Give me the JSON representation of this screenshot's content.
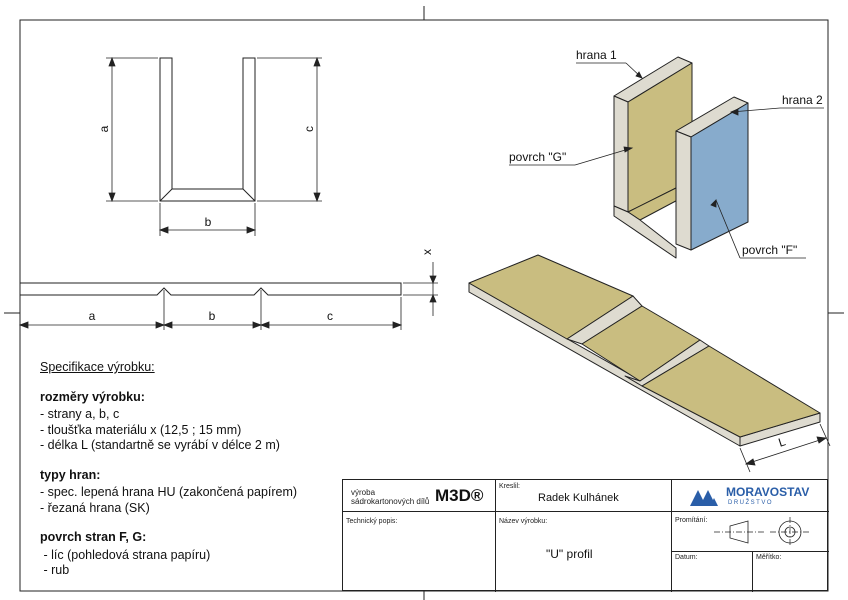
{
  "drawing": {
    "label_a": "a",
    "label_b": "b",
    "label_c": "c",
    "label_x": "x",
    "label_L": "L",
    "hrana_1": "hrana 1",
    "hrana_2": "hrana 2",
    "povrch_G": "povrch \"G\"",
    "povrch_F": "povrch \"F\"",
    "colors": {
      "tan": "#c9bd80",
      "tan_dark": "#b5a86c",
      "edge": "#dedbd0",
      "blue": "#87abcc",
      "line": "#222222"
    }
  },
  "spec": {
    "title": "Specifikace výrobku:",
    "sections": [
      {
        "heading": "rozměry výrobku:",
        "items": [
          "- strany a, b, c",
          "- tloušťka materiálu x (12,5 ; 15 mm)",
          "- délka L (standartně se vyrábí v délce 2 m)"
        ]
      },
      {
        "heading": "typy hran:",
        "items": [
          "- spec. lepená hrana HU (zakončená papírem)",
          "- řezaná hrana (SK)"
        ]
      },
      {
        "heading": "povrch stran F, G:",
        "items": [
          " - líc (pohledová strana papíru)",
          " - rub"
        ]
      }
    ]
  },
  "title_block": {
    "maker_line1": "výroba",
    "maker_line2": "sádrokartonových dílů",
    "maker_logo": "M3D®",
    "drew_label": "Kreslil:",
    "drew_name": "Radek Kulhánek",
    "company": "MORAVOSTAV",
    "company_sub": "DRUŽSTVO",
    "tech_label": "Technický popis:",
    "product_label": "Název výrobku:",
    "product_name": "\"U\" profil",
    "projection_label": "Promítání:",
    "date_label": "Datum:",
    "scale_label": "Měřítko:"
  }
}
